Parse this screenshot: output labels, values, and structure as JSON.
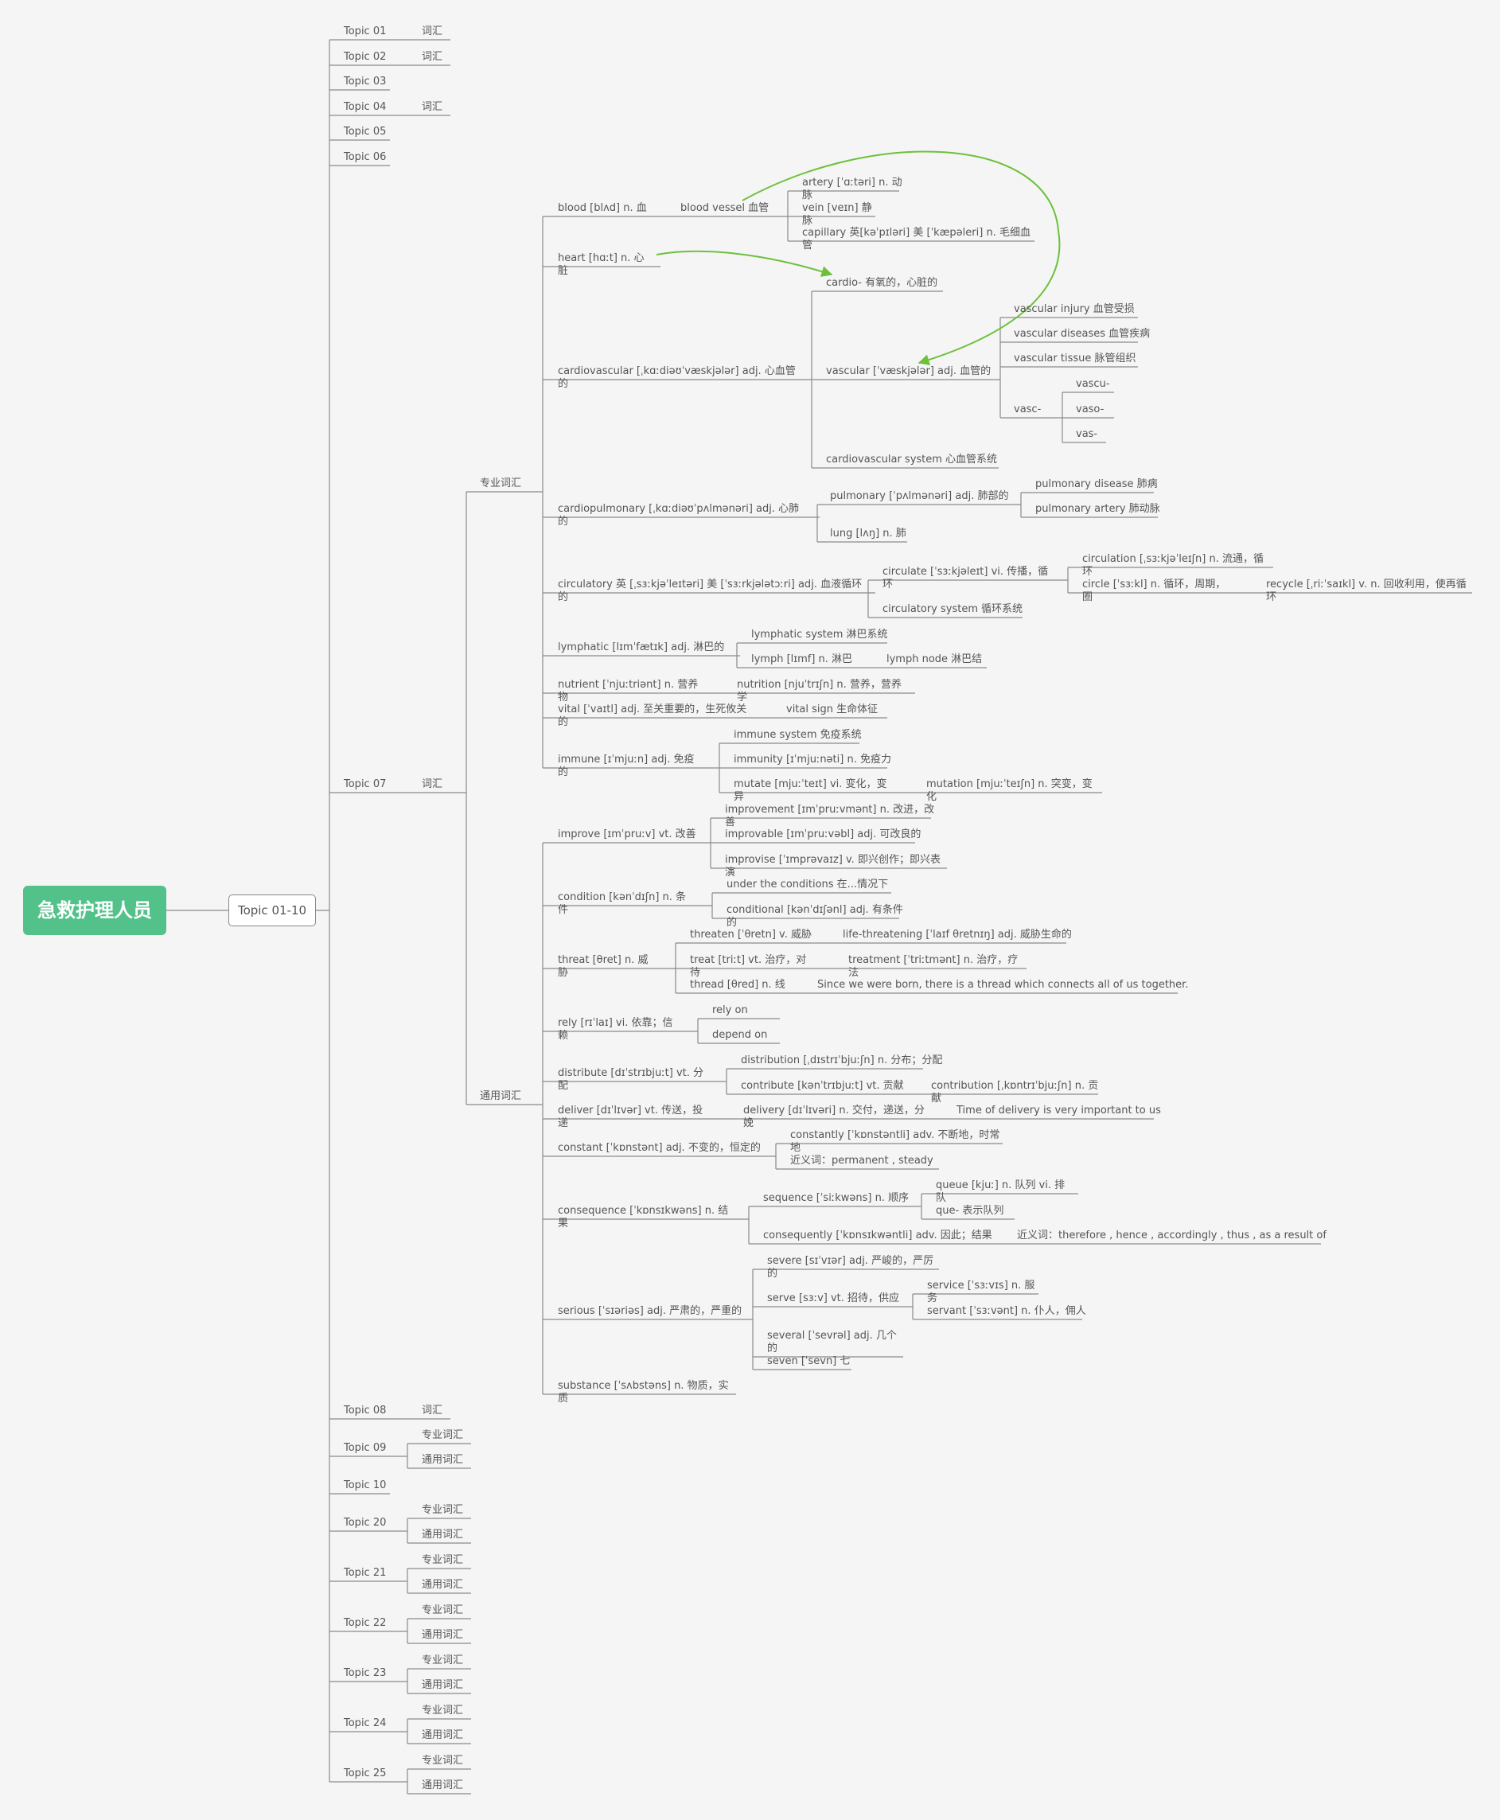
{
  "root": "急救护理人员",
  "group": "Topic 01-10",
  "ann": {
    "line": "#8a8a8a",
    "arrow": "#6cc13b"
  },
  "topics": {
    "t01": "Topic 01",
    "t01_vocab": "词汇",
    "t02": "Topic 02",
    "t02_vocab": "词汇",
    "t03": "Topic 03",
    "t04": "Topic 04",
    "t04_vocab": "词汇",
    "t05": "Topic 05",
    "t06": "Topic 06",
    "t07": "Topic 07",
    "t07_vocab": "词汇",
    "t08": "Topic 08",
    "t08_vocab": "词汇",
    "t09": "Topic 09",
    "t10": "Topic 10",
    "t20": "Topic 20",
    "t21": "Topic 21",
    "t22": "Topic 22",
    "t23": "Topic 23",
    "t24": "Topic 24",
    "t25": "Topic 25",
    "pro": "专业词汇",
    "gen": "通用词汇"
  },
  "pro": {
    "blood": "blood [blʌd]  n. 血",
    "blood_vessel": "blood vessel 血管",
    "artery1": "artery [ˈɑːtəri]  n. 动",
    "artery2": "脉",
    "vein1": "vein [veɪn]  静",
    "vein2": "脉",
    "capillary1": "capillary 英[kəˈpɪləri]  美 [ˈkæpəleri] n. 毛细血",
    "capillary2": "管",
    "heart1": "heart [hɑːt]  n. 心",
    "heart2": "脏",
    "cardio": "cardio- 有氧的，心脏的",
    "cv1": "cardiovascular [ˌkɑːdiəʊˈvæskjələr]  adj. 心血管",
    "cv2": "的",
    "vascular": "vascular [ˈvæskjələr] adj. 血管的",
    "vinjury": "vascular injury 血管受损",
    "vdiseases": "vascular diseases 血管疾病",
    "vtissue": "vascular tissue 脉管组织",
    "vasc": "vasc-",
    "vascu": "vascu-",
    "vaso": "vaso-",
    "vas": "vas-",
    "cvsystem": "cardiovascular system 心血管系统",
    "cp1": "cardiopulmonary [ˌkɑːdiəʊˈpʌlmənəri]  adj. 心肺",
    "cp2": "的",
    "pulmonary": "pulmonary [ˈpʌlmənəri] adj. 肺部的",
    "pdisease": "pulmonary disease 肺病",
    "partery": "pulmonary artery 肺动脉",
    "lung": "lung [lʌŋ]  n. 肺",
    "circ1": "circulatory 英 [ˌsɜːkjəˈleɪtəri]  美 [ˈsɜːrkjələtɔːri] adj. 血液循环",
    "circ2": "的",
    "circulate1": "circulate [ˈsɜːkjəleɪt]  vi. 传播，循",
    "circulate2": "环",
    "circulation1": "circulation [ˌsɜːkjəˈleɪʃn]  n. 流通，循",
    "circulation2": "环",
    "circle1": "circle [ˈsɜːkl]  n. 循环，周期，",
    "circle2": "圈",
    "recycle1": "recycle [ˌriːˈsaɪkl]  v. n. 回收利用，使再循",
    "recycle2": "环",
    "csystem": "circulatory system 循环系统",
    "lymphatic": "lymphatic [lɪmˈfætɪk] adj. 淋巴的",
    "lsystem": "lymphatic system 淋巴系统",
    "lymph": "lymph [lɪmf] n. 淋巴",
    "lnode": "lymph node 淋巴结",
    "nutrient1": "nutrient [ˈnjuːtriənt]  n. 营养",
    "nutrient2": "物",
    "nutrition1": "nutrition [njuˈtrɪʃn]  n. 营养，营养",
    "nutrition2": "学",
    "vital1": "vital [ˈvaɪtl]  adj. 至关重要的，生死攸关",
    "vital2": "的",
    "vitalsign": "vital sign 生命体征",
    "immune1": "immune [ɪˈmjuːn]  adj. 免疫",
    "immune2": "的",
    "isystem": "immune system 免疫系统",
    "immunity": "immunity [ɪˈmjuːnəti] n. 免疫力",
    "mutate1": "mutate [mjuːˈteɪt]  vi. 变化，变",
    "mutate2": "异",
    "mutation1": "mutation [mjuːˈteɪʃn]  n. 突变，变",
    "mutation2": "化"
  },
  "gen": {
    "improve": "improve [ɪmˈpruːv] vt. 改善",
    "improvement1": "improvement [ɪmˈpruːvmənt]  n. 改进，改",
    "improvement2": "善",
    "improvable": "improvable [ɪmˈpruːvəbl] adj. 可改良的",
    "improvise1": "improvise [ˈɪmprəvaɪz]  v. 即兴创作；即兴表",
    "improvise2": "演",
    "condition1": "condition [kənˈdɪʃn]  n. 条",
    "condition2": "件",
    "underc": "under the conditions 在...情况下",
    "conditional1": "conditional [kənˈdɪʃənl]  adj. 有条件",
    "conditional2": "的",
    "threat1": "threat [θret]  n. 威",
    "threat2": "胁",
    "threaten": "threaten [ˈθretn] v. 威胁",
    "lifethreat": "life-threatening [ˈlaɪf θretnɪŋ] adj. 威胁生命的",
    "treat1": "treat [triːt]  vt. 治疗，对",
    "treat2": "待",
    "treatment1": "treatment [ˈtriːtmənt]  n. 治疗，疗",
    "treatment2": "法",
    "thread": "thread [θred]  n. 线",
    "sincewe": "Since we were born, there is a thread which connects all of us together.",
    "rely1": "rely [rɪˈlaɪ]  vi. 依靠；信",
    "rely2": "赖",
    "relyon": "rely on",
    "dependon": "depend on",
    "distribute1": "distribute [dɪˈstrɪbjuːt]  vt. 分",
    "distribute2": "配",
    "distribution": "distribution [ˌdɪstrɪˈbjuːʃn] n. 分布；分配",
    "contribute": "contribute [kənˈtrɪbjuːt] vt. 贡献",
    "contribution1": "contribution [ˌkɒntrɪˈbjuːʃn]  n. 贡",
    "contribution2": "献",
    "deliver1": "deliver  [dɪˈlɪvər]  vt. 传送，投",
    "deliver2": "递",
    "delivery1": "delivery [dɪˈlɪvəri]  n. 交付，递送，分",
    "delivery2": "娩",
    "timeofd": "Time of delivery is very important to us",
    "constant": "constant  [ˈkɒnstənt] adj. 不变的，恒定的",
    "constantly1": "constantly [ˈkɒnstəntli]  adv. 不断地，时常",
    "constantly2": "地",
    "synconst": "近义词：permanent , steady",
    "conseq1": "consequence [ˈkɒnsɪkwəns]  n. 结",
    "conseq2": "果",
    "sequence": "sequence [ˈsiːkwəns] n. 顺序",
    "queue1": "queue [kjuː]  n. 队列  vi. 排",
    "queue2": "队",
    "que": "que- 表示队列",
    "consequently": "consequently [ˈkɒnsɪkwəntli] adv. 因此；结果",
    "synconseq": "近义词：therefore , hence , accordingly , thus , as a result of",
    "serious": "serious [ˈsɪəriəs] adj. 严肃的，严重的",
    "severe1": "severe [sɪˈvɪər]  adj. 严峻的，严厉",
    "severe2": "的",
    "serve": "serve [sɜːv] vt. 招待，供应",
    "service1": "service [ˈsɜːvɪs]  n. 服",
    "service2": "务",
    "servant": "servant [ˈsɜːvənt] n. 仆人，佣人",
    "several1": "several [ˈsevrəl]  adj. 几个",
    "several2": "的",
    "seven": "seven [ˈsevn] 七",
    "substance1": "substance [ˈsʌbstəns]  n. 物质，实",
    "substance2": "质"
  }
}
